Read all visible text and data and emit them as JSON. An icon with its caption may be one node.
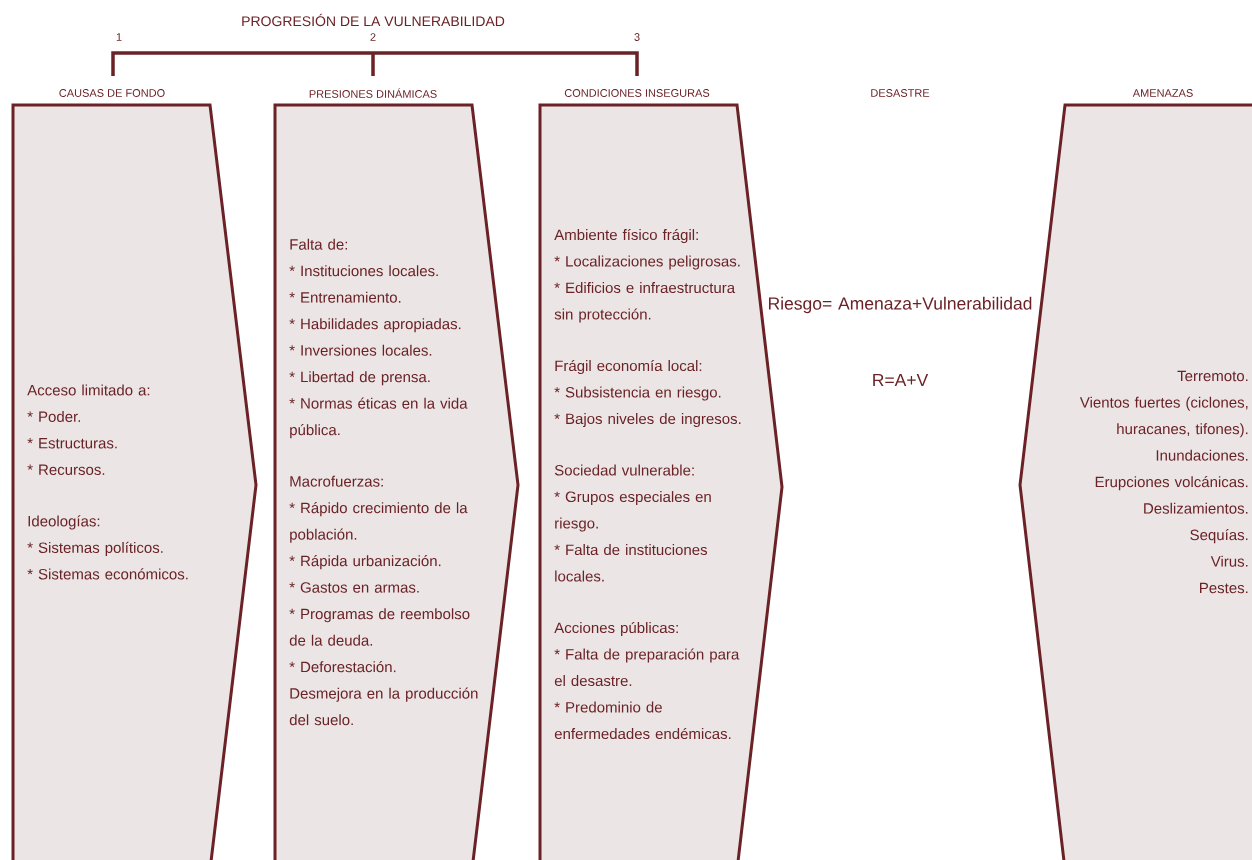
{
  "diagram": {
    "title": "PROGRESIÓN DE LA VULNERABILIDAD",
    "nodes": [
      {
        "text": [
          "CAUSAS DE FONDO",
          "Acceso limitado a:",
          "* Poder.",
          "* Estructuras.",
          "* Recursos.",
          "Ideologías:",
          "* Sistemas políticos.",
          "* Sistemas económicos."
        ]
      },
      {
        "text": [
          "PRESIONES DINÁMICAS",
          "Falta de:",
          "* Instituciones locales.",
          "* Entrenamiento.",
          "* Habilidades apropiadas.",
          "* Inversiones locales.",
          "* Libertad de prensa.",
          "* Normas éticas en la vida pública.",
          "Macrofuerzas:",
          "* Rápido crecimiento de la población.",
          "* Rápida urbanización.",
          "* Gastos en armas.",
          "* Programas de reembolso de la deuda.",
          "* Deforestación.",
          "Desmejora en la producción del suelo."
        ]
      },
      {
        "text": [
          "CONDICIONES INSEGURAS",
          "Ambiente físico frágil:",
          "* Localizaciones peligrosas.",
          "* Edificios e infraestructura sin protección.",
          "Frágil economía local:",
          "* Subsistencia en riesgo.",
          "* Bajos niveles de ingresos.",
          "Sociedad vulnerable:",
          "* Grupos especiales en riesgo.",
          "* Falta de instituciones locales.",
          "Acciones públicas:",
          "* Falta de preparación para el desastre.",
          "* Predominio de enfermedades endémicas."
        ]
      },
      {
        "text": [
          "AMENAZAS",
          "Terremoto.",
          "Vientos fuertes (ciclones, huracanes, tifones).",
          "Inundaciones.",
          "Erupciones volcánicas.",
          "Deslizamientos.",
          "Sequías.",
          "Virus.",
          "Pestes."
        ]
      }
    ],
    "labels": [
      "1",
      "2",
      "3",
      "DESASTRE",
      "Riesgo= Amenaza+Vulnerabilidad",
      "R=A+V"
    ]
  }
}
